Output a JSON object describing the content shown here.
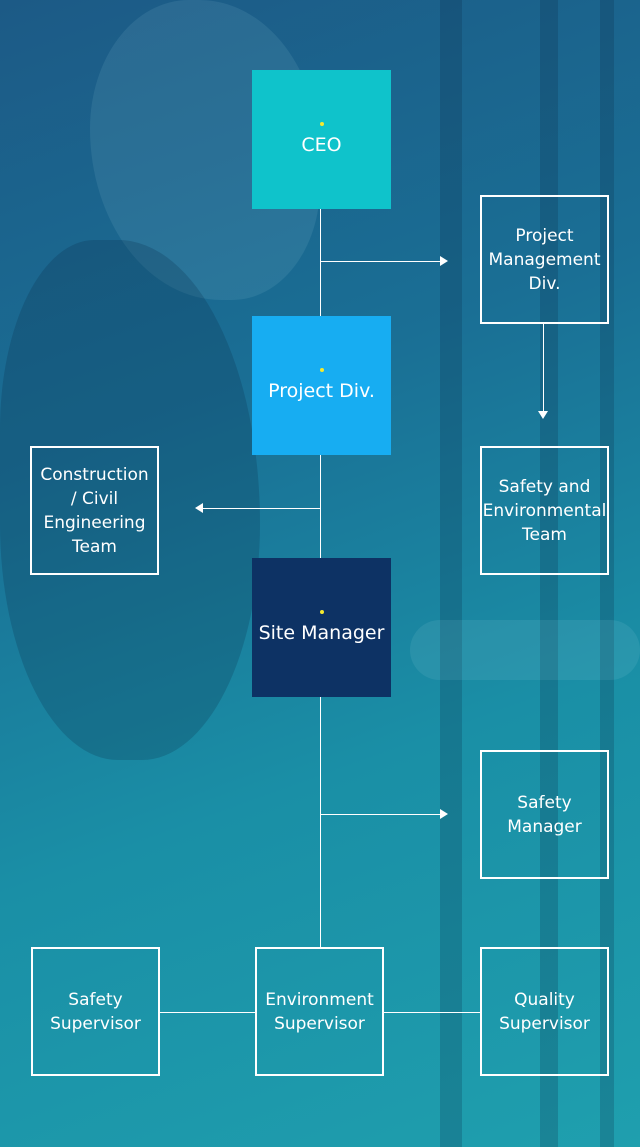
{
  "org_chart": {
    "main_nodes": [
      {
        "key": "ceo",
        "label": "CEO",
        "color": "#0fc3cb"
      },
      {
        "key": "project_div",
        "label": "Project Div.",
        "color": "#17adf2"
      },
      {
        "key": "site_manager",
        "label": "Site Manager",
        "color": "#0d3264"
      }
    ],
    "side_nodes": {
      "project_management": "Project Management Div.",
      "safety_environmental": "Safety and Environmental Team",
      "construction_civil": "Construction / Civil Engineering Team",
      "safety_manager": "Safety Manager"
    },
    "bottom_nodes": {
      "safety_supervisor": "Safety Supervisor",
      "environment_supervisor": "Environment Supervisor",
      "quality_supervisor": "Quality Supervisor"
    },
    "colors": {
      "line": "#ffffff",
      "accent_dot": "#f5e92e"
    }
  }
}
